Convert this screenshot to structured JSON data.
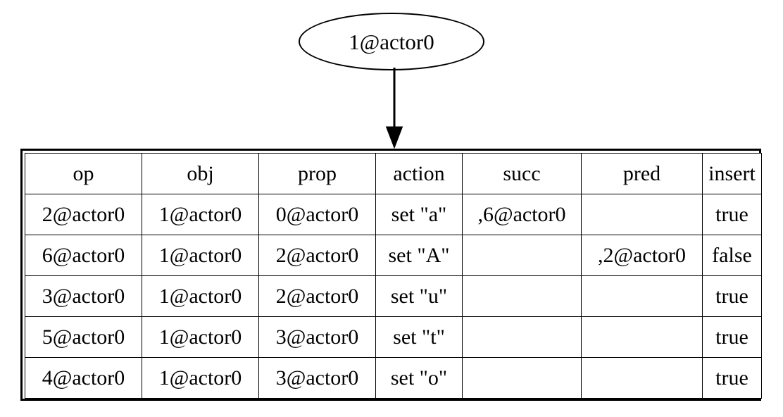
{
  "graph": {
    "node": {
      "label": "1@actor0",
      "shape": "ellipse"
    },
    "edge": {
      "name": "node-to-table-arrow",
      "direction": "down"
    }
  },
  "table": {
    "columns": [
      "op",
      "obj",
      "prop",
      "action",
      "succ",
      "pred",
      "insert"
    ],
    "rows": [
      {
        "op": "2@actor0",
        "obj": "1@actor0",
        "prop": "0@actor0",
        "action": "set \"a\"",
        "succ": ",6@actor0",
        "pred": "",
        "insert": "true"
      },
      {
        "op": "6@actor0",
        "obj": "1@actor0",
        "prop": "2@actor0",
        "action": "set \"A\"",
        "succ": "",
        "pred": ",2@actor0",
        "insert": "false"
      },
      {
        "op": "3@actor0",
        "obj": "1@actor0",
        "prop": "2@actor0",
        "action": "set \"u\"",
        "succ": "",
        "pred": "",
        "insert": "true"
      },
      {
        "op": "5@actor0",
        "obj": "1@actor0",
        "prop": "3@actor0",
        "action": "set \"t\"",
        "succ": "",
        "pred": "",
        "insert": "true"
      },
      {
        "op": "4@actor0",
        "obj": "1@actor0",
        "prop": "3@actor0",
        "action": "set \"o\"",
        "succ": "",
        "pred": "",
        "insert": "true"
      }
    ]
  },
  "colors": {
    "stroke": "#000000",
    "background": "#ffffff",
    "text": "#000000"
  }
}
